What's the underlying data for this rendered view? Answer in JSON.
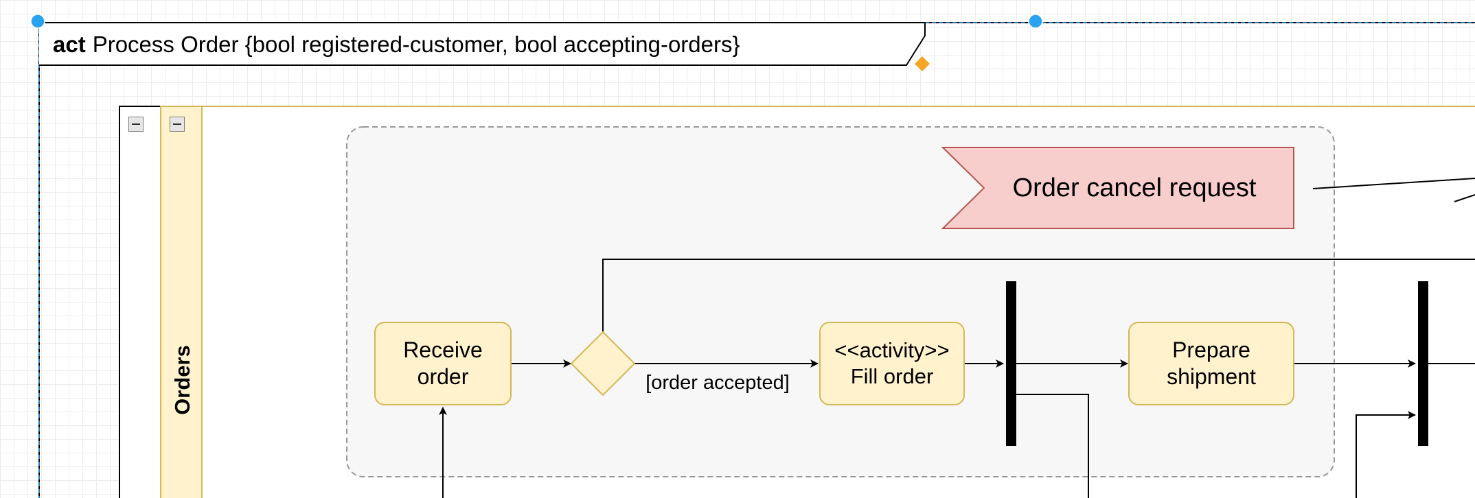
{
  "frame": {
    "keyword": "act",
    "title": "Process Order {bool registered-customer, bool accepting-orders}"
  },
  "lane": {
    "label": "Orders"
  },
  "nodes": {
    "receive_order": "Receive\norder",
    "fill_order": "<<activity>>\nFill order",
    "prepare_shipment": "Prepare\nshipment",
    "cancel_request": "Order cancel request"
  },
  "edges": {
    "order_accepted": "[order accepted]"
  },
  "colors": {
    "action_fill": "#fff2cc",
    "action_stroke": "#d6b656",
    "signal_fill": "#f8cecc",
    "signal_stroke": "#b85450",
    "region_fill": "#f7f7f7",
    "region_stroke": "#999999",
    "selection": "#29a3f0",
    "handle_orange": "#f5a623"
  }
}
